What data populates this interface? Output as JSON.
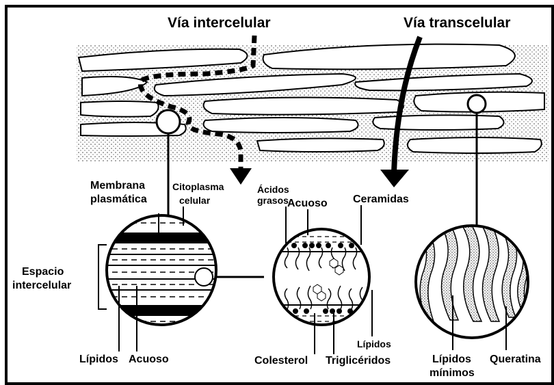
{
  "titles": {
    "intercellular_route": "Vía intercelular",
    "transcellular_route": "Vía transcelular"
  },
  "left_circle": {
    "plasma_membrane": [
      "Membrana",
      "plasmática"
    ],
    "cytoplasm": [
      "Citoplasma",
      "celular"
    ],
    "intercellular_space": [
      "Espacio",
      "intercelular"
    ],
    "lipids": "Lípidos",
    "aqueous": "Acuoso"
  },
  "middle_circle": {
    "fatty_acids": [
      "Ácidos",
      "grasos"
    ],
    "aqueous": "Acuoso",
    "ceramides": "Ceramidas",
    "lipids": "Lípidos",
    "cholesterol": "Colesterol",
    "triglycerides": "Triglicéridos"
  },
  "right_circle": {
    "minimal_lipids": [
      "Lípidos",
      "mínimos"
    ],
    "keratin": "Queratina"
  },
  "colors": {
    "ink": "#000000",
    "background": "#ffffff",
    "cell_fill": "#ffffff"
  }
}
